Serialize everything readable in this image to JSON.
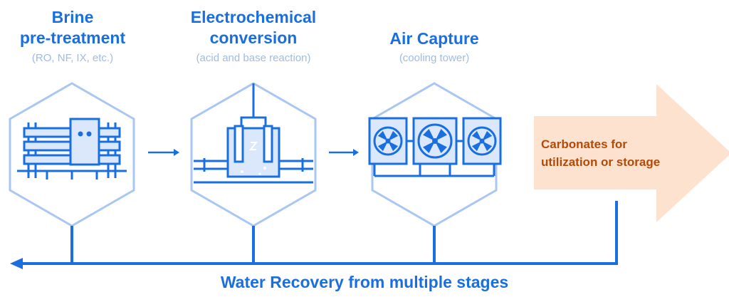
{
  "stages": [
    {
      "title_line1": "Brine",
      "title_line2": "pre-treatment",
      "subtitle": "(RO, NF, IX, etc.)",
      "icon": "membrane-filtration-icon"
    },
    {
      "title_line1": "Electrochemical",
      "title_line2": "conversion",
      "subtitle": "(acid and base reaction)",
      "icon": "electrolysis-cell-icon"
    },
    {
      "title_line1": "",
      "title_line2": "Air Capture",
      "subtitle": "(cooling tower)",
      "icon": "cooling-fans-icon"
    }
  ],
  "output": {
    "line1": "Carbonates for",
    "line2": "utilization or storage"
  },
  "footer": {
    "label": "Water Recovery from multiple stages"
  },
  "colors": {
    "primary_blue": "#1a6fe0",
    "light_blue": "#a9c7f2",
    "fill_blue": "#dbe8fb",
    "arrow_fill": "#fde2cf",
    "output_text": "#b24a08"
  }
}
